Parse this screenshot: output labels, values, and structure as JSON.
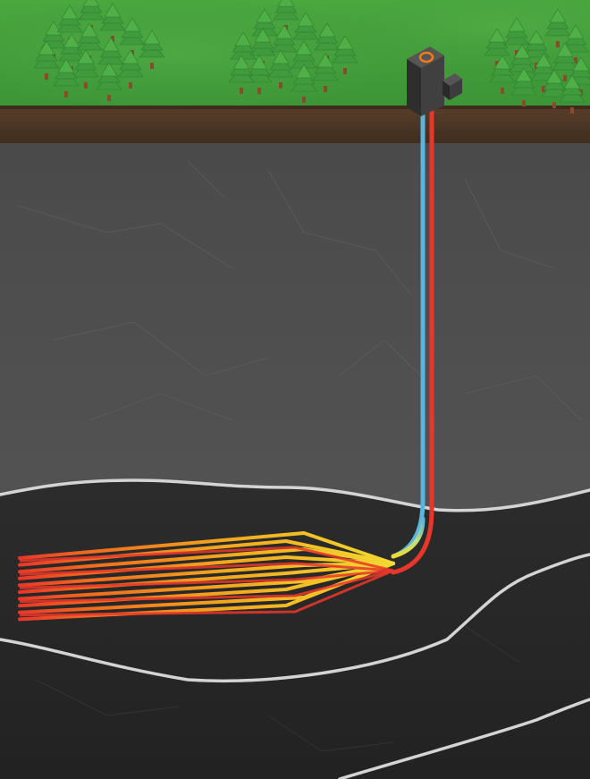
{
  "diagram": {
    "colors": {
      "grass": "#3f9a3a",
      "grass_light": "#55b048",
      "soil": "#4a3424",
      "rock_upper": "#4b4b4b",
      "rock_lower": "#2a2a2a",
      "boundary_line": "#d8d8d8",
      "cold_pipe": "#5ab4dc",
      "hot_pipe": "#e8372a",
      "heat_mid": "#f08a1c",
      "heat_yellow": "#f2d930",
      "tree_green": "#3f9b3c",
      "tree_trunk": "#8a4a2c",
      "plant_body": "#3a3a3a",
      "plant_ring": "#f07a1a"
    },
    "tree_groups": [
      {
        "id": "left",
        "count": 14
      },
      {
        "id": "center",
        "count": 14
      },
      {
        "id": "right",
        "count": 13
      }
    ],
    "elements": {
      "power_plant_icon": "power-plant-icon",
      "tree_icon": "pine-tree-icon"
    },
    "horizontal_well_count": 10
  }
}
